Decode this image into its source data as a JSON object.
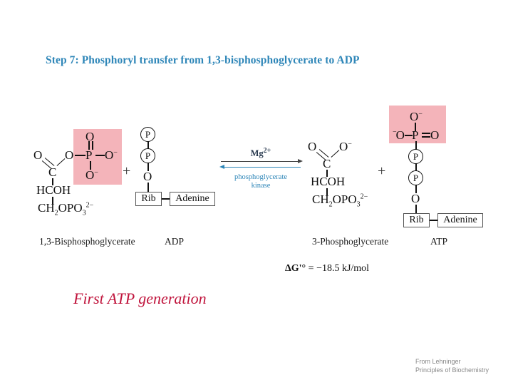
{
  "slide": {
    "title": "Step 7: Phosphoryl transfer from 1,3-bisphosphoglycerate to ADP",
    "note": "First ATP generation",
    "source_line1": "From Lehninger",
    "source_line2": "Principles of Biochemistry",
    "accent_color": "#2e86b8",
    "highlight_color": "#f4b4ba",
    "note_color": "#c0143c"
  },
  "reaction": {
    "catalyst": "Mg",
    "catalyst_charge": "2+",
    "enzyme_line1": "phosphoglycerate",
    "enzyme_line2": "kinase",
    "plus_left": "+",
    "plus_right": "+",
    "delta_g_symbol": "ΔG'°",
    "delta_g_equals": "=",
    "delta_g_value": "−18.5 kJ/mol"
  },
  "substrate": {
    "caption": "1,3-Bisphosphoglycerate",
    "atoms": {
      "carbonyl_o": "O",
      "ester_o": "O",
      "c": "C",
      "hcoh": "HCOH",
      "ch2": "CH",
      "ch2_sub": "2",
      "opo": "OPO",
      "opo_sub": "3",
      "opo_charge": "2−",
      "p": "P",
      "p_top_o": "O",
      "p_right_o": "O",
      "p_right_charge": "−",
      "p_bottom_o": "O",
      "p_bottom_charge": "−"
    }
  },
  "adp": {
    "caption": "ADP",
    "p_beta": "P",
    "p_alpha": "P",
    "o": "O",
    "rib": "Rib",
    "adenine": "Adenine"
  },
  "product": {
    "caption": "3-Phosphoglycerate",
    "atoms": {
      "carbonyl_o": "O",
      "carboxyl_o": "O",
      "carboxyl_charge": "−",
      "c": "C",
      "hcoh": "HCOH",
      "ch2": "CH",
      "ch2_sub": "2",
      "opo": "OPO",
      "opo_sub": "3",
      "opo_charge": "2−"
    }
  },
  "atp": {
    "caption": "ATP",
    "top_o": "O",
    "top_charge": "−",
    "left_charge": "−",
    "left_o": "O",
    "p_gamma": "P",
    "right_o": "O",
    "p_beta": "P",
    "p_alpha": "P",
    "o": "O",
    "rib": "Rib",
    "adenine": "Adenine"
  }
}
